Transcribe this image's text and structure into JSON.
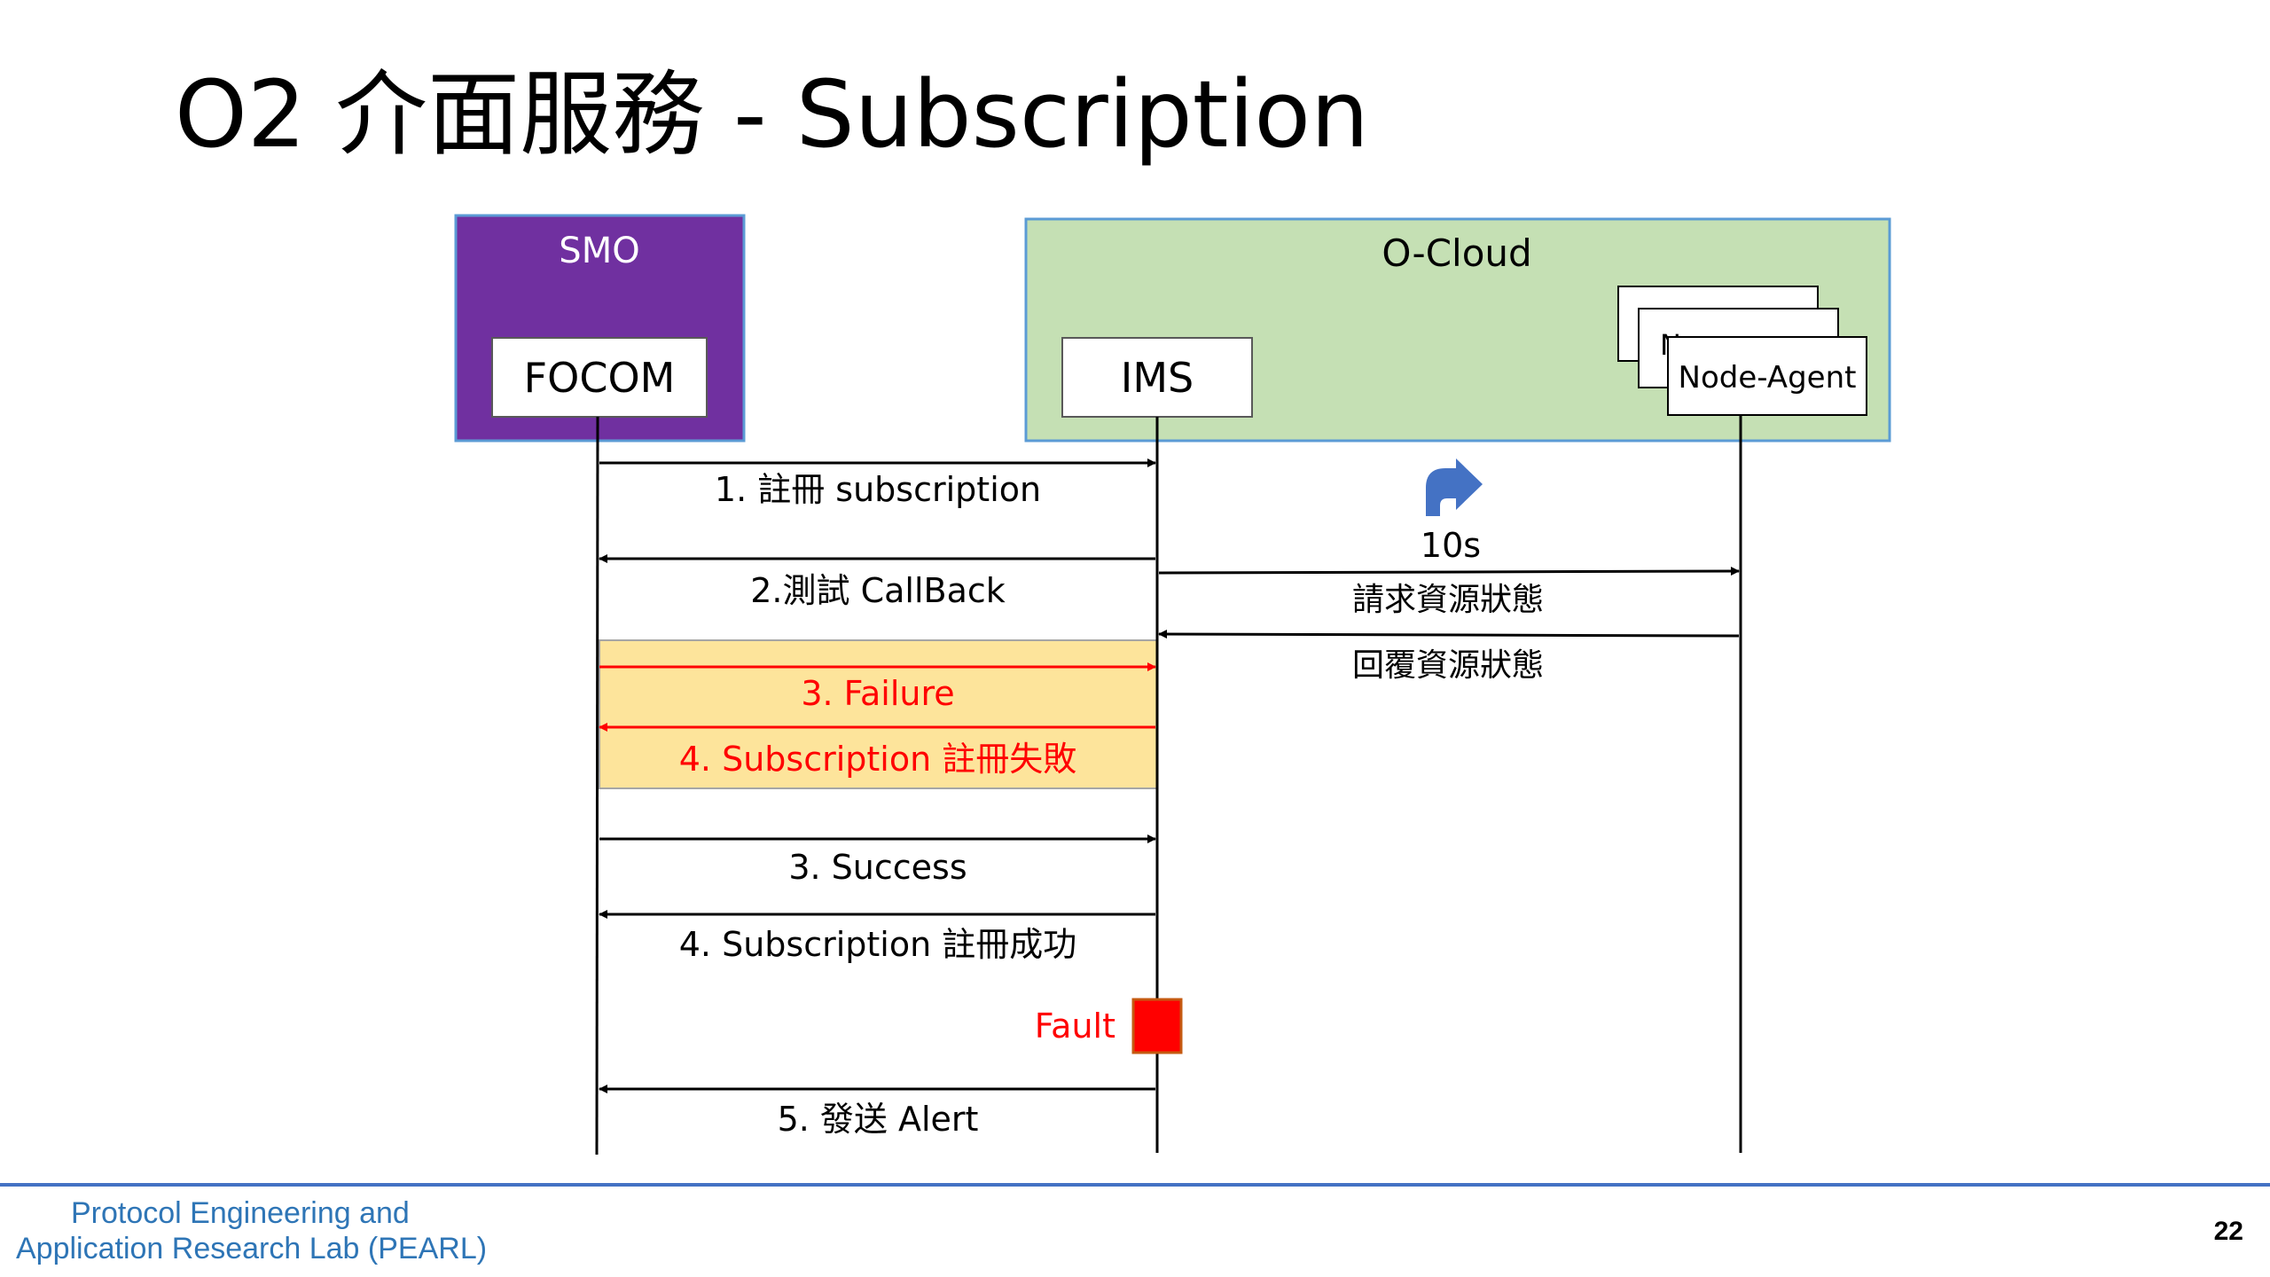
{
  "title": "O2 介面服務 - Subscription",
  "smo": {
    "label": "SMO",
    "color": "#7030a0"
  },
  "ocloud": {
    "label": "O-Cloud",
    "color": "#c5e0b4",
    "border": "#5b9bd5"
  },
  "nodes": {
    "focom": "FOCOM",
    "ims": "IMS",
    "node_agent": "Node-Agent",
    "node_agent_partial": "N"
  },
  "messages": {
    "m1": "1. 註冊 subscription",
    "m2": "2.測試 CallBack",
    "failure3": "3. Failure",
    "failure4": "4. Subscription 註冊失敗",
    "success3": "3. Success",
    "success4": "4. Subscription 註冊成功",
    "alert5": "5. 發送 Alert",
    "req": "請求資源狀態",
    "resp": "回覆資源狀態"
  },
  "loop": {
    "interval": "10s",
    "icon": "curved-arrow-icon",
    "color": "#4472c4"
  },
  "fault": {
    "label": "Fault",
    "color": "#ff0000"
  },
  "failure_region": {
    "fill": "#fde49b",
    "border": "#a6a6a6"
  },
  "failure_text_color": "#ff0000",
  "footer": {
    "org_line1": "Protocol Engineering and",
    "org_line2": "Application Research Lab (PEARL)",
    "page_number": "22"
  }
}
